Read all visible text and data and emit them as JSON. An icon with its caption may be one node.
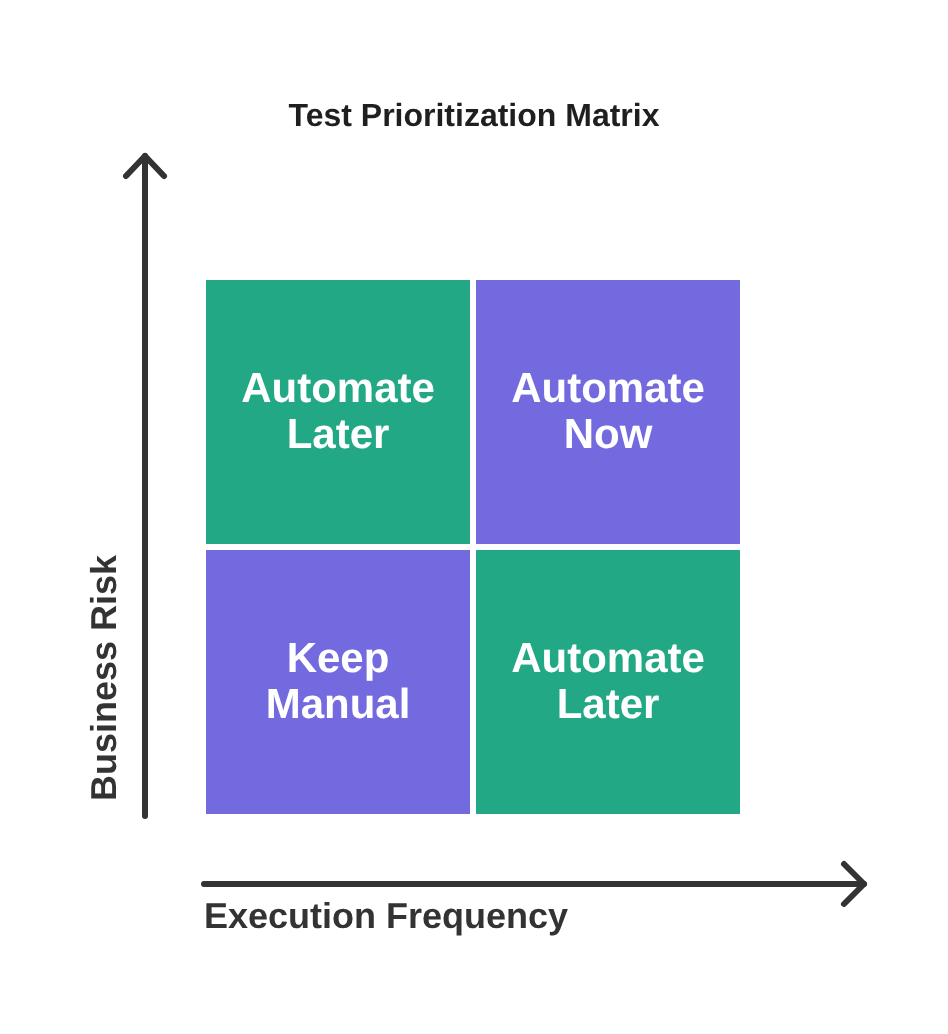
{
  "diagram": {
    "title": "Test Prioritization Matrix",
    "nodes": [
      {
        "text": [
          "Automate Later"
        ]
      },
      {
        "text": [
          "Automate Now"
        ]
      },
      {
        "text": [
          "Keep Manual"
        ]
      },
      {
        "text": [
          "Automate Later"
        ]
      }
    ],
    "labels": [
      "Business Risk",
      "Execution Frequency"
    ]
  }
}
